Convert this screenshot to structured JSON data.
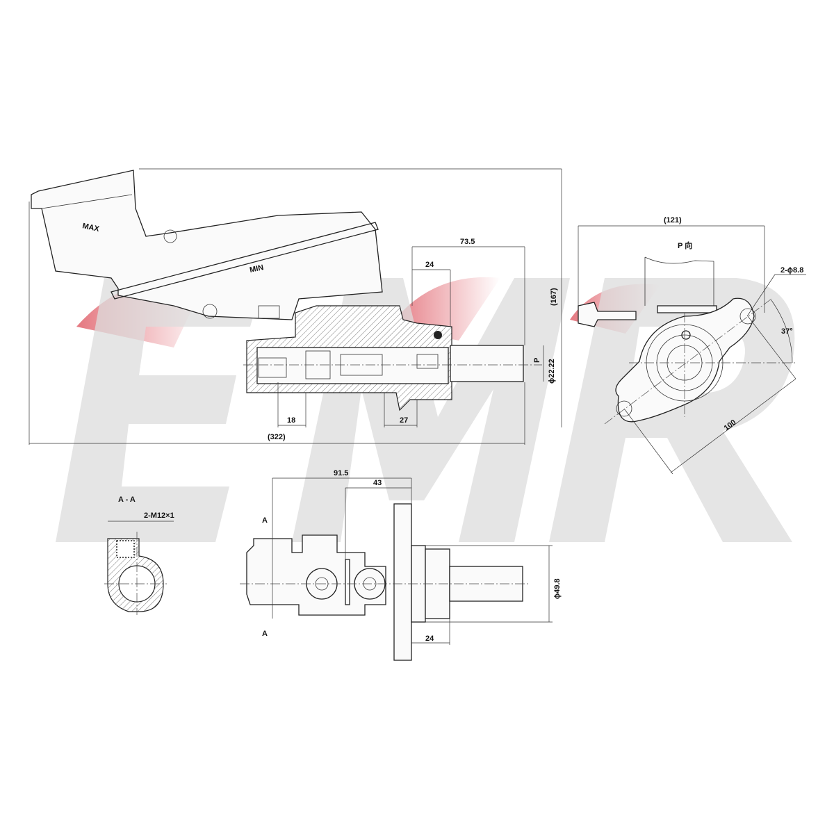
{
  "watermark": {
    "text": "EMR",
    "accent_color": "#e0606a",
    "base_color": "#d0d0d0"
  },
  "reservoir": {
    "max_label": "MAX",
    "min_label": "MIN"
  },
  "section_view": {
    "dims": {
      "overall_length": "(322)",
      "height": "(167)",
      "d73": "73.5",
      "d24": "24",
      "d18": "18",
      "d27": "27",
      "bore": "ϕ22.22",
      "p_marker": "P"
    }
  },
  "end_view": {
    "title": "P 向",
    "dims": {
      "width": "(121)",
      "holes": "2-ϕ8.8",
      "angle": "37°",
      "bolt_spacing": "100"
    }
  },
  "side_view": {
    "dims": {
      "d91": "91.5",
      "d43": "43",
      "d24": "24",
      "diameter": "ϕ49.8",
      "cut_a": "A"
    }
  },
  "section_aa": {
    "title": "A - A",
    "thread": "2-M12×1"
  }
}
